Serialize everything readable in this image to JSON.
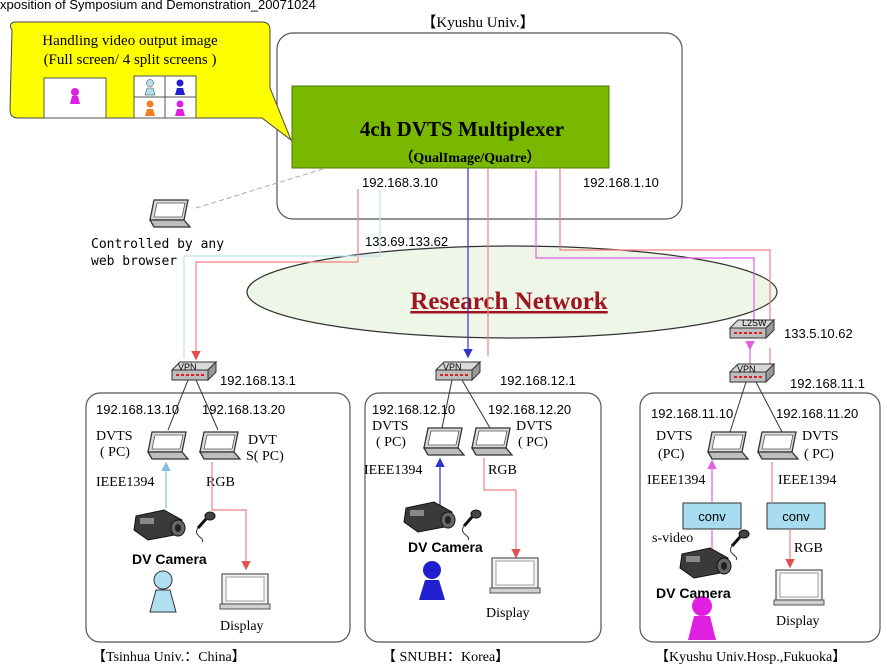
{
  "header": {
    "top_title": "xposition of Symposium and Demonstration_20071024",
    "center_site": "【Kyushu Univ.】"
  },
  "callout": {
    "title": "Handling video output image",
    "subtitle": "(Full screen/ 4 split screens )"
  },
  "mux": {
    "title": "4ch DVTS Multiplexer",
    "subtitle": "（QualImage/Quatre）",
    "ip_left": "192.168.3.10",
    "ip_right": "192.168.1.10"
  },
  "control": {
    "line1": "Controlled by any",
    "line2": "web browser"
  },
  "network": {
    "label": "Research Network",
    "ip": "133.69.133.62"
  },
  "l2sw": {
    "label": "L2SW",
    "ip": "133.5.10.62"
  },
  "sites": [
    {
      "vpn_label": "VPN",
      "vpn_ip": "192.168.13.1",
      "pc1_ip": "192.168.13.10",
      "pc2_ip": "192.168.13.20",
      "pc1_label1": "DVTS",
      "pc1_label2": "( PC)",
      "pc2_label1": "DVT",
      "pc2_label2": "S( PC)",
      "link1": "IEEE1394",
      "link2": "RGB",
      "camera": "DV Camera",
      "display": "Display",
      "name": "【Tsinhua Univ.：China】"
    },
    {
      "vpn_label": "VPN",
      "vpn_ip": "192.168.12.1",
      "pc1_ip": "192.168.12.10",
      "pc2_ip": "192.168.12.20",
      "pc1_label1": "DVTS",
      "pc1_label2": "( PC)",
      "pc2_label1": "DVTS",
      "pc2_label2": "( PC)",
      "link1": "IEEE1394",
      "link2": "RGB",
      "camera": "DV Camera",
      "display": "Display",
      "name": "【 SNUBH：Korea】"
    },
    {
      "vpn_label": "VPN",
      "vpn_ip": "192.168.11.1",
      "pc1_ip": "192.168.11.10",
      "pc2_ip": "192.168.11.20",
      "pc1_label1": "DVTS",
      "pc1_label2": "(PC)",
      "pc2_label1": "DVTS",
      "pc2_label2": "( PC)",
      "link1": "IEEE1394",
      "link2": "IEEE1394",
      "conv1": "conv",
      "conv2": "conv",
      "svideo": "s-video",
      "rgb": "RGB",
      "camera": "DV Camera",
      "display": "Display",
      "name": "【Kyushu Univ.Hosp.,Fukuoka】"
    }
  ],
  "colors": {
    "mux_green": "#7ab800",
    "callout_yellow": "#ffff00",
    "ellipse_fill": "#eef6e8",
    "network_text": "#a0141e",
    "line_red": "#f08080",
    "line_blue": "#3333cc",
    "line_magenta": "#e060e0",
    "line_cyan": "#80c0e0",
    "person_magenta": "#e020e0",
    "person_blue": "#2020d0",
    "person_cyan": "#b0e0f0",
    "person_orange": "#f08020",
    "conv_fill": "#a8dcf0"
  }
}
